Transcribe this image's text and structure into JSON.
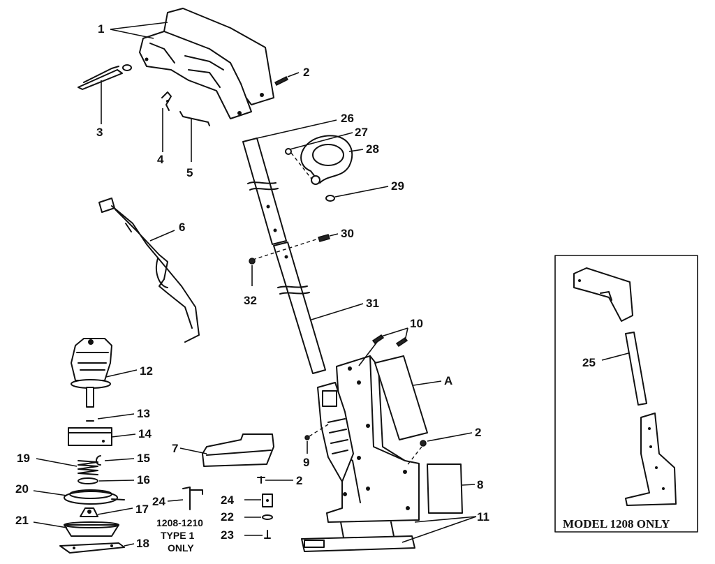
{
  "callouts": {
    "c1": "1",
    "c2a": "2",
    "c2b": "2",
    "c2c": "2",
    "c3": "3",
    "c4": "4",
    "c5": "5",
    "c6": "6",
    "c7": "7",
    "c8": "8",
    "c9": "9",
    "c10": "10",
    "c11": "11",
    "c12": "12",
    "c13": "13",
    "c14": "14",
    "c15": "15",
    "c16": "16",
    "c17": "17",
    "c18": "18",
    "c19": "19",
    "c20": "20",
    "c21": "21",
    "c22": "22",
    "c23": "23",
    "c24a": "24",
    "c24b": "24",
    "c25": "25",
    "c26": "26",
    "c27": "27",
    "c28": "28",
    "c29": "29",
    "c30": "30",
    "c31": "31",
    "c32": "32",
    "cA": "A"
  },
  "note": {
    "line1": "1208-1210",
    "line2": "TYPE 1",
    "line3": "ONLY"
  },
  "inset": {
    "title": "MODEL 1208 ONLY"
  }
}
